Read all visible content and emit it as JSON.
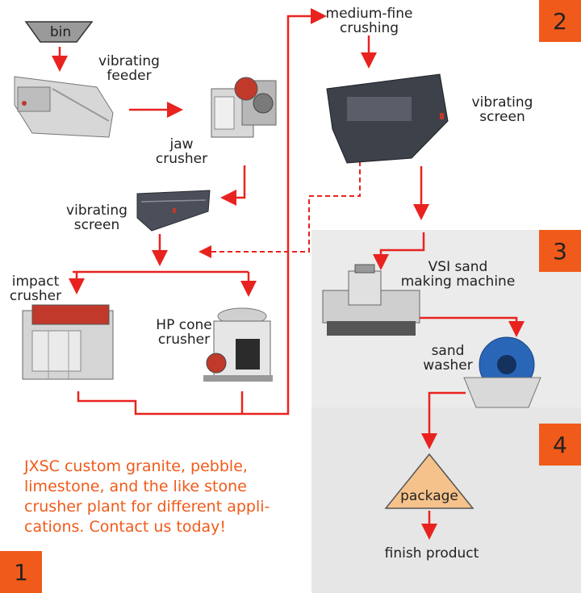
{
  "labels": {
    "bin": "bin",
    "vibrating_feeder": "vibrating\nfeeder",
    "jaw_crusher": "jaw\ncrusher",
    "vibrating_screen_1": "vibrating\nscreen",
    "impact_crusher": "impact\ncrusher",
    "hp_cone_crusher": "HP cone\ncrusher",
    "medium_fine_crushing": "medium-fine\ncrushing",
    "vibrating_screen_2": "vibrating\nscreen",
    "vsi_sand_making": "VSI sand\nmaking machine",
    "sand_washer": "sand\nwasher",
    "package": "package",
    "finish_product": "finish product"
  },
  "steps": [
    "1",
    "2",
    "3",
    "4"
  ],
  "promo_text": "JXSC custom granite, pebble, limestone, and the like stone crusher plant for different appli-cations. Contact us today!",
  "colors": {
    "accent": "#f05a1a",
    "arrow": "#e8231f",
    "package_fill": "#f6c28b"
  }
}
